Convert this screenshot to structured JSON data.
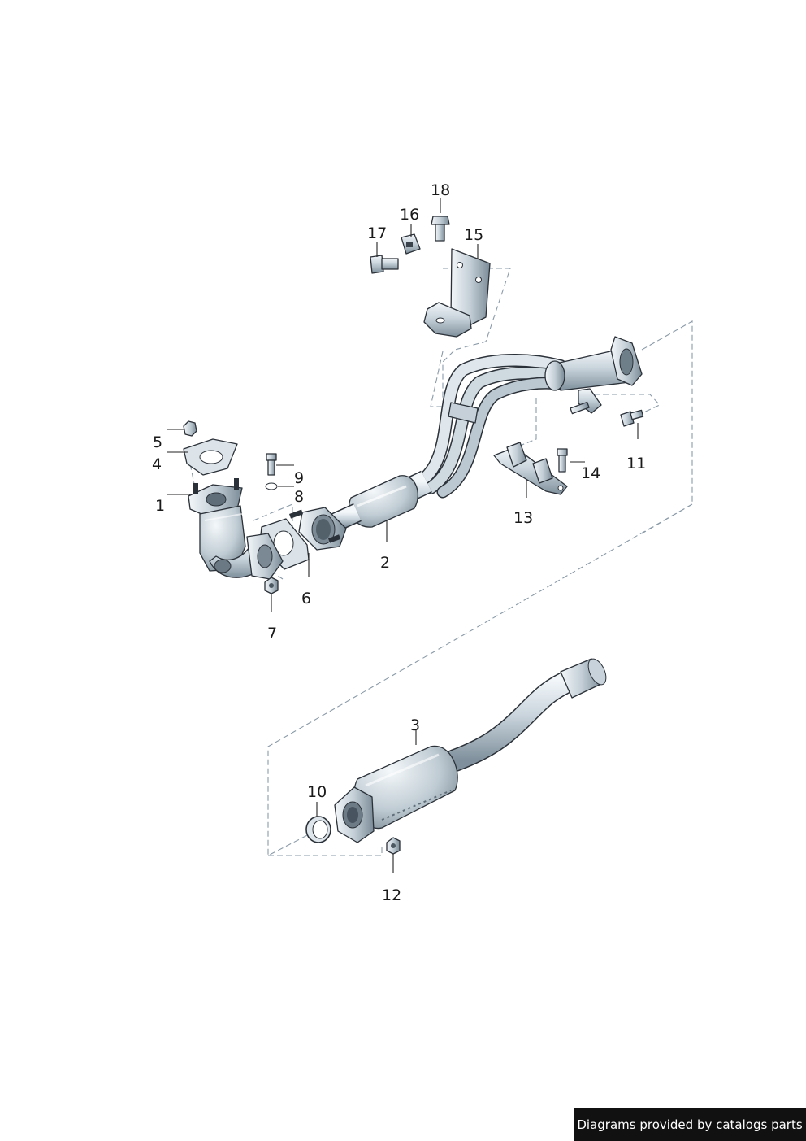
{
  "callouts": {
    "c1": "1",
    "c2": "2",
    "c3": "3",
    "c4": "4",
    "c5": "5",
    "c6": "6",
    "c7": "7",
    "c8": "8",
    "c9": "9",
    "c10": "10",
    "c11": "11",
    "c12": "12",
    "c13": "13",
    "c14": "14",
    "c15": "15",
    "c16": "16",
    "c17": "17",
    "c18": "18"
  },
  "footer": {
    "credit": "Diagrams provided by catalogs parts"
  },
  "colors": {
    "metal_light": "#e4ecf1",
    "metal_mid": "#b9c6cf",
    "metal_dark": "#7d8d99",
    "outline": "#2b3138",
    "banner": "#111111"
  }
}
